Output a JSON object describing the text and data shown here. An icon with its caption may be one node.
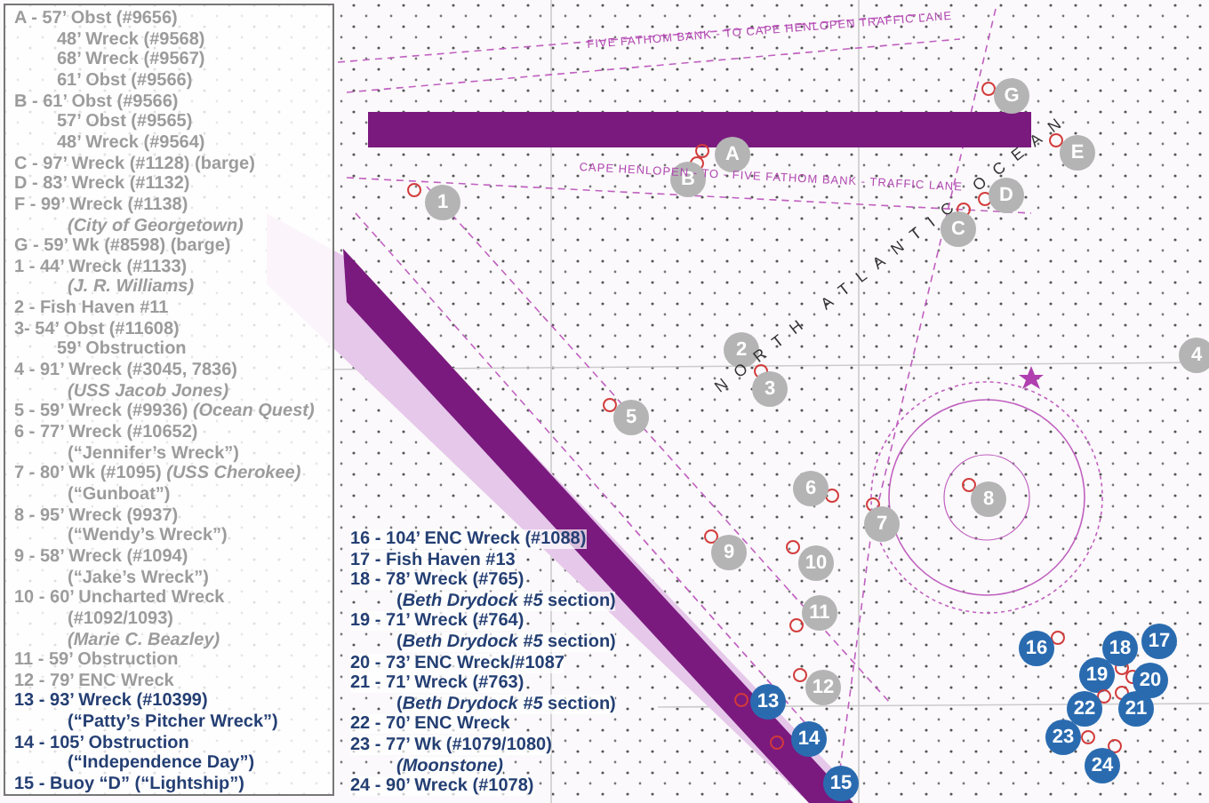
{
  "diagram": {
    "nodes": [
      {
        "text": [
          "G"
        ]
      },
      {
        "text": [
          "A"
        ]
      },
      {
        "text": [
          "E"
        ]
      },
      {
        "text": [
          "B"
        ]
      },
      {
        "text": [
          "D"
        ]
      },
      {
        "text": [
          "1"
        ]
      },
      {
        "text": [
          "C"
        ]
      },
      {
        "text": [
          "2"
        ]
      },
      {
        "text": [
          "4"
        ]
      },
      {
        "text": [
          "3"
        ]
      },
      {
        "text": [
          "5"
        ]
      },
      {
        "text": [
          "6"
        ]
      },
      {
        "text": [
          "8"
        ]
      },
      {
        "text": [
          "7"
        ]
      },
      {
        "text": [
          "9"
        ]
      },
      {
        "text": [
          "10"
        ]
      },
      {
        "text": [
          "11"
        ]
      },
      {
        "text": [
          "17"
        ]
      },
      {
        "text": [
          "16"
        ]
      },
      {
        "text": [
          "18"
        ]
      },
      {
        "text": [
          "19"
        ]
      },
      {
        "text": [
          "20"
        ]
      },
      {
        "text": [
          "12"
        ]
      },
      {
        "text": [
          "13"
        ]
      },
      {
        "text": [
          "21"
        ]
      },
      {
        "text": [
          "22"
        ]
      },
      {
        "text": [
          "14"
        ]
      },
      {
        "text": [
          "23"
        ]
      },
      {
        "text": [
          "24"
        ]
      },
      {
        "text": [
          "15"
        ]
      }
    ],
    "labels": [
      "A - 57’ Obst (#9656)",
      "48’ Wreck (#9568)",
      "68’ Wreck (#9567)",
      "61’ Obst (#9566)",
      "B - 61’ Obst (#9566)",
      "57’ Obst (#9565)",
      "48’ Wreck (#9564)",
      "C - 97’ Wreck (#1128) (barge)",
      "D - 83’ Wreck (#1132)",
      "F - 99’ Wreck (#1138)",
      "(City of Georgetown)",
      "G - 59’ Wk (#8598) (barge)",
      "1 - 44’ Wreck (#1133)",
      "(J. R. Williams)",
      "2 - Fish Haven #11",
      "3- 54’ Obst (#11608)",
      "59’ Obstruction",
      "4 - 91’ Wreck (#3045, 7836)",
      "(USS Jacob Jones)",
      "5 - 59’ Wreck (#9936) *(Ocean Quest)*",
      "6 - 77’ Wreck (#10652)",
      "(“Jennifer’s Wreck”)",
      "7 - 80’ Wk (#1095) *(USS Cherokee)*",
      "(“Gunboat”)",
      "8 - 95’ Wreck (9937)",
      "(“Wendy’s Wreck”)",
      "9 - 58’ Wreck (#1094)",
      "(“Jake’s Wreck”)",
      "10 - 60’ Uncharted Wreck",
      "(#1092/1093)",
      "(Marie C. Beazley)",
      "11 - 59’ Obstruction",
      "12 - 79’ ENC Wreck",
      "13 - 93’ Wreck (#10399)",
      "(“Patty’s Pitcher Wreck”)",
      "14 - 105’ Obstruction",
      "(“Independence Day”)",
      "15 - Buoy “D” (“Lightship”)",
      "16 - 104’ ENC Wreck (#1088)",
      "17 - Fish Haven #13",
      "18 - 78’ Wreck (#765)",
      "(*Beth Drydock #5* section)",
      "19 - 71’ Wreck (#764)",
      "(*Beth Drydock #5* section)",
      "20 - 73’ ENC Wreck/#1087",
      "21 - 71’ Wreck (#763)",
      "(*Beth Drydock #5* section)",
      "22 - 70’ ENC Wreck",
      "23 - 77’ Wk (#1079/1080)",
      "(Moonstone)",
      "24 - 90’ Wreck (#1078)",
      "FIVE FATHOM BANK - TO CAPE HENLOPEN TRAFFIC LANE",
      "CAPE HENLOPEN - TO - FIVE FATHOM BANK - TRAFFIC LANE",
      "NORTH ATLANTIC OCEAN"
    ]
  }
}
